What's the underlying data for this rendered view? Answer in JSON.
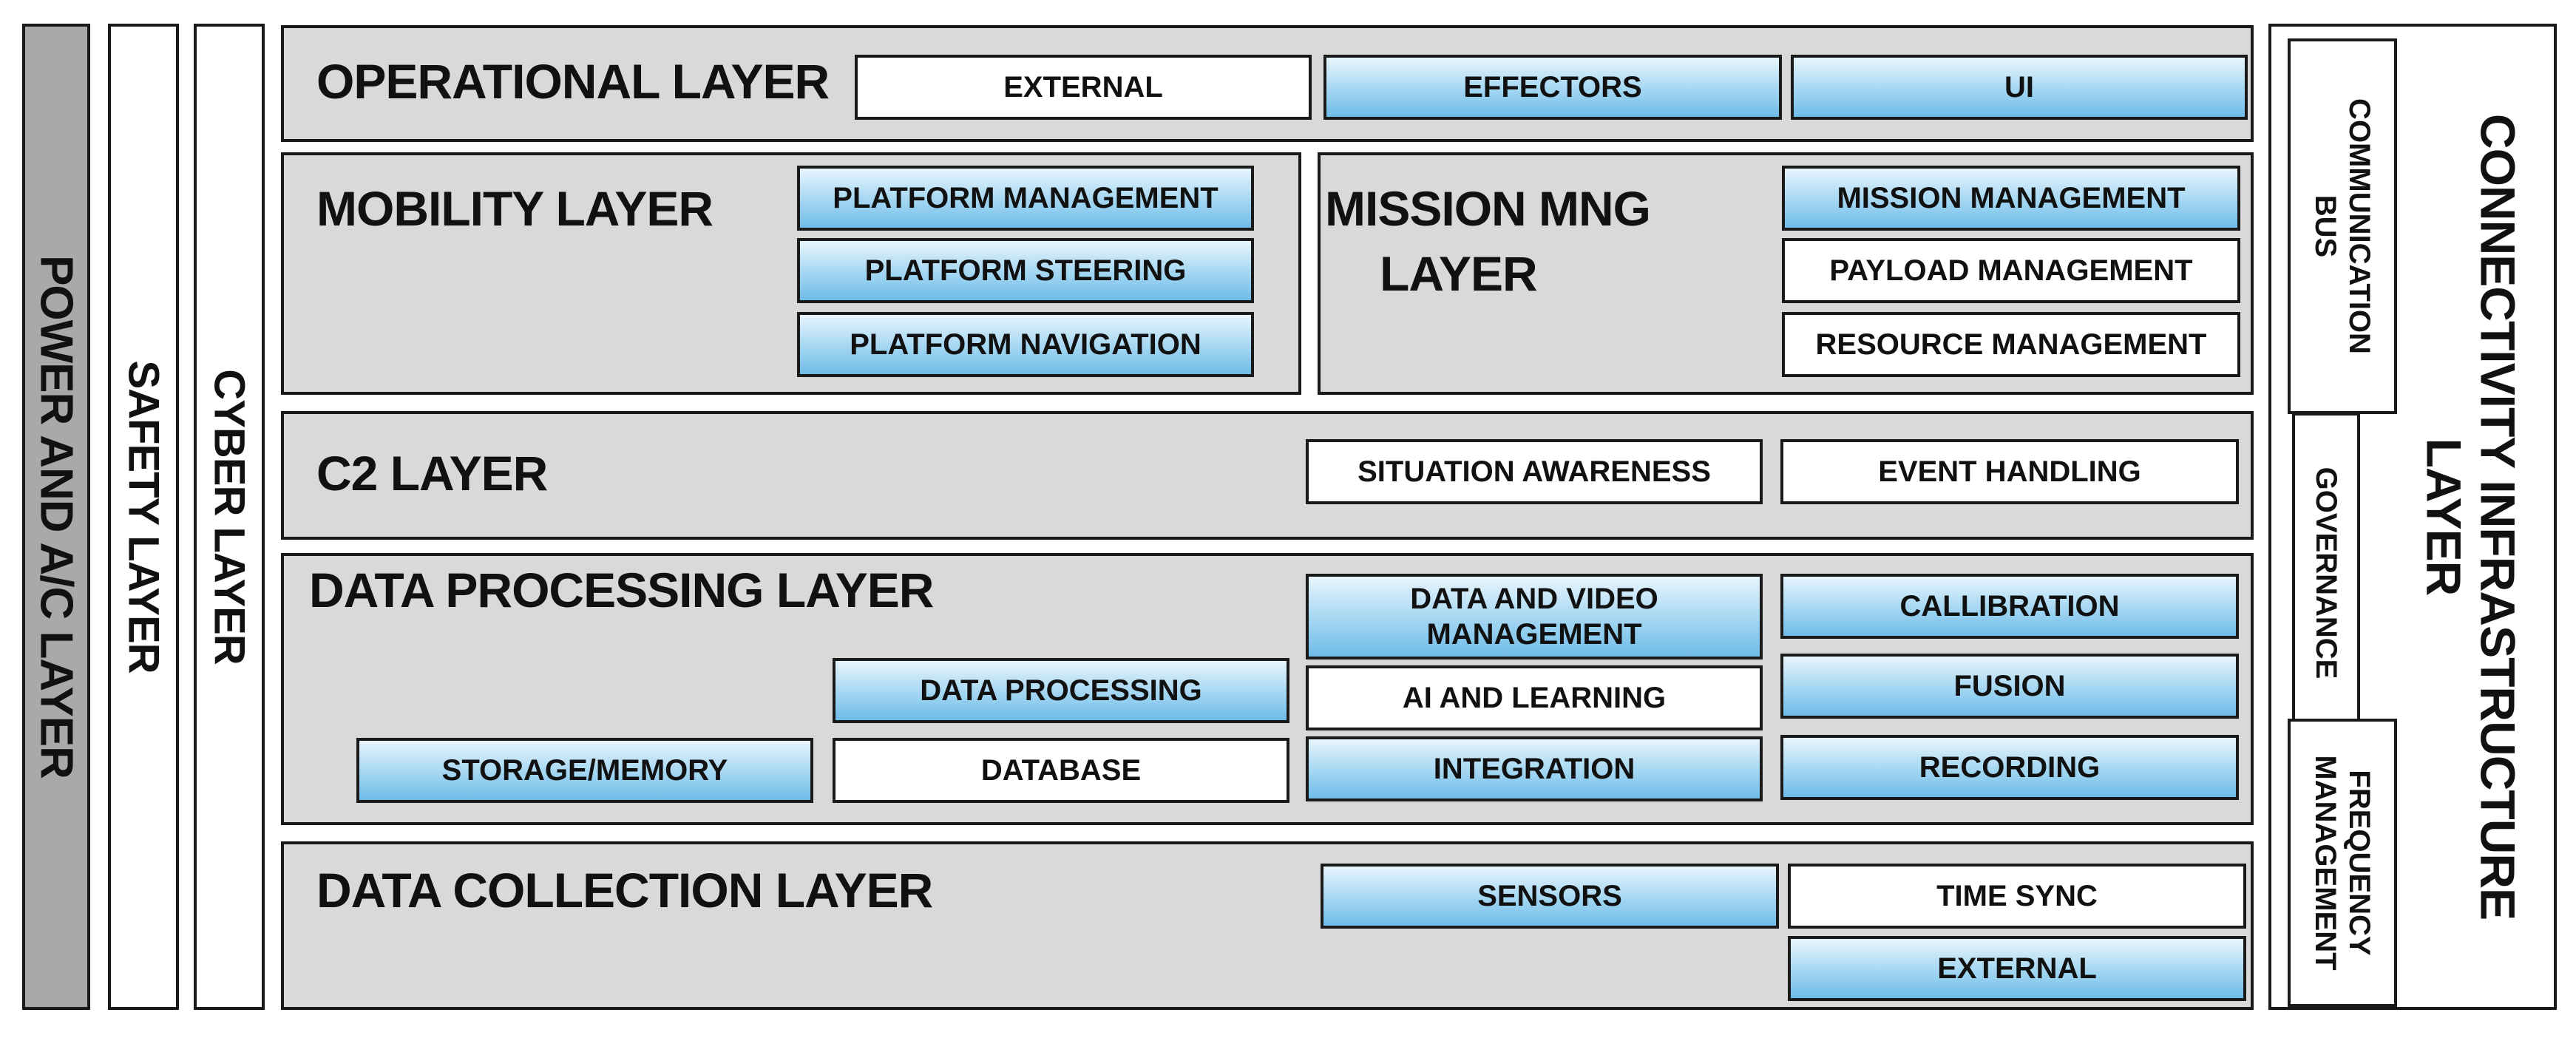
{
  "left_bars": {
    "power": "POWER AND A/C LAYER",
    "safety": "SAFETY LAYER",
    "cyber": "CYBER LAYER"
  },
  "operational": {
    "title": "OPERATIONAL LAYER",
    "external": "EXTERNAL",
    "effectors": "EFFECTORS",
    "ui": "UI"
  },
  "mobility": {
    "title": "MOBILITY LAYER",
    "platform_management": "PLATFORM MANAGEMENT",
    "platform_steering": "PLATFORM STEERING",
    "platform_navigation": "PLATFORM NAVIGATION"
  },
  "mission": {
    "title_line1": "MISSION MNG",
    "title_line2": "LAYER",
    "mission_management": "MISSION MANAGEMENT",
    "payload_management": "PAYLOAD MANAGEMENT",
    "resource_management": "RESOURCE MANAGEMENT"
  },
  "c2": {
    "title": "C2 LAYER",
    "situation_awareness": "SITUATION AWARENESS",
    "event_handling": "EVENT HANDLING"
  },
  "data_processing": {
    "title": "DATA PROCESSING LAYER",
    "data_video_line1": "DATA AND VIDEO",
    "data_video_line2": "MANAGEMENT",
    "callibration": "CALLIBRATION",
    "data_processing": "DATA PROCESSING",
    "ai_learning": "AI AND LEARNING",
    "fusion": "FUSION",
    "storage_memory": "STORAGE/MEMORY",
    "database": "DATABASE",
    "integration": "INTEGRATION",
    "recording": "RECORDING"
  },
  "data_collection": {
    "title": "DATA COLLECTION LAYER",
    "sensors": "SENSORS",
    "time_sync": "TIME SYNC",
    "external": "EXTERNAL"
  },
  "connectivity": {
    "title_line1": "CONNECTIVITY INFRASTRUCTURE",
    "title_line2": "LAYER",
    "communication_bus_line1": "COMMUNICATION",
    "communication_bus_line2": "BUS",
    "governance": "GOVERNANCE",
    "frequency_line1": "FREQUENCY",
    "frequency_line2": "MANAGEMENT"
  },
  "colors": {
    "layer_fill": "#d9d9d9",
    "power_bar_fill": "#a9a9a9",
    "highlight_box_fill": "#a3d6f2",
    "plain_box_fill": "#ffffff",
    "border": "#1a1a1a"
  }
}
